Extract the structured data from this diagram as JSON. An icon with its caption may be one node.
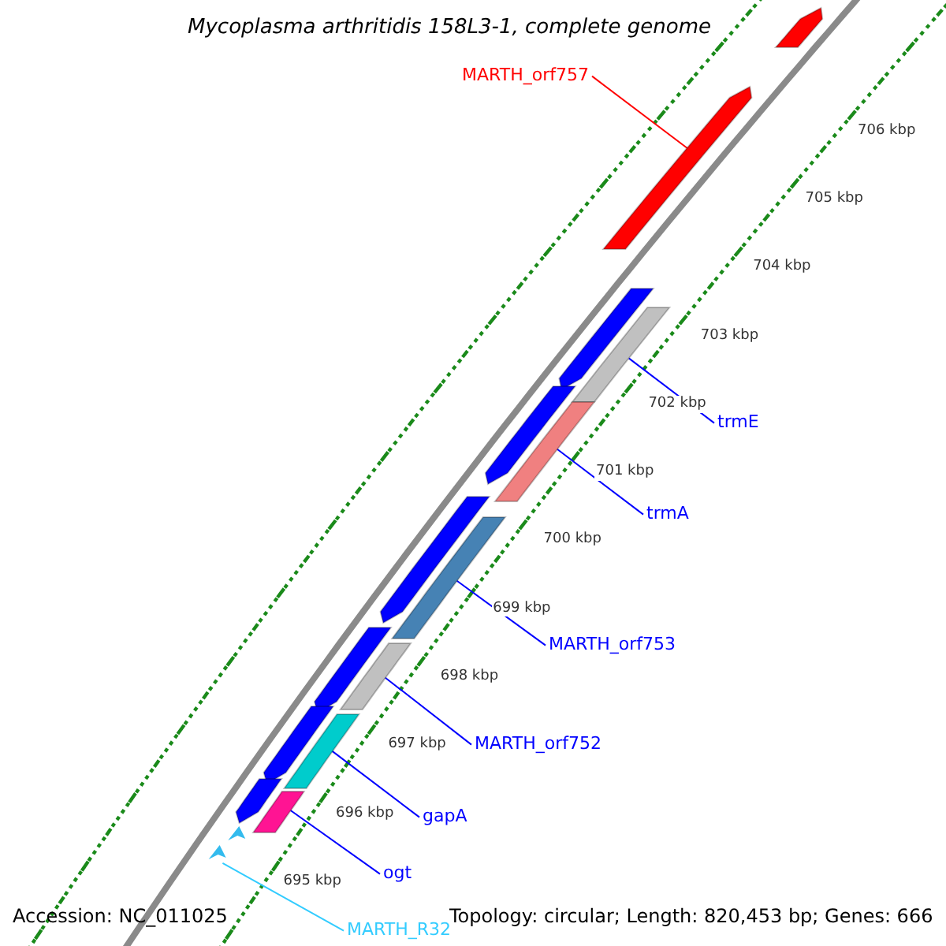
{
  "diagram": {
    "title": "Mycoplasma arthritidis 158L3-1, complete genome",
    "nodes": [
      {
        "text": [
          "MARTH_orf757"
        ]
      },
      {
        "text": [],
        "shape": "bar"
      },
      {
        "text": [
          "trmE"
        ]
      },
      {
        "text": [],
        "shape": "bar"
      },
      {
        "text": [
          "trmA"
        ]
      },
      {
        "text": [],
        "shape": "bar"
      },
      {
        "text": [
          "MARTH_orf753"
        ]
      },
      {
        "text": [],
        "shape": "bar"
      },
      {
        "text": [
          "MARTH_orf752"
        ]
      },
      {
        "text": [],
        "shape": "bar"
      },
      {
        "text": [
          "gapA"
        ]
      },
      {
        "text": [],
        "shape": "bar"
      },
      {
        "text": [
          "ogt"
        ]
      },
      {
        "text": [],
        "shape": "bar"
      },
      {
        "text": [
          "MARTH_R32"
        ]
      },
      {
        "text": [],
        "shape": "bar"
      }
    ],
    "edges": [
      {
        "from": 0,
        "to": 1,
        "arrow": "none",
        "color": "#ff0000"
      },
      {
        "from": 2,
        "to": 3,
        "arrow": "none"
      },
      {
        "from": 4,
        "to": 5,
        "arrow": "none"
      },
      {
        "from": 6,
        "to": 7,
        "arrow": "none"
      },
      {
        "from": 8,
        "to": 9,
        "arrow": "none"
      },
      {
        "from": 10,
        "to": 11,
        "arrow": "none"
      },
      {
        "from": 12,
        "to": 13,
        "arrow": "none"
      },
      {
        "from": 14,
        "to": 15,
        "arrow": "none",
        "color": "#33ccff"
      }
    ],
    "labels": [
      "706 kbp",
      "705 kbp",
      "704 kbp",
      "703 kbp",
      "702 kbp",
      "701 kbp",
      "700 kbp",
      "699 kbp",
      "698 kbp",
      "697 kbp",
      "696 kbp",
      "695 kbp",
      "Accession: NC_011025",
      "Topology: circular; Length: 820,453 bp; Genes: 666"
    ]
  }
}
